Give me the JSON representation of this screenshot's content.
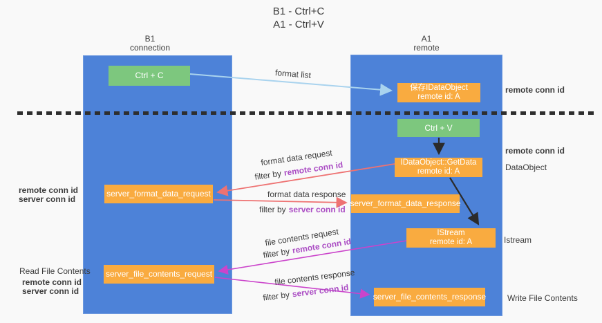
{
  "title": {
    "line1": "B1 - Ctrl+C",
    "line2": "A1 - Ctrl+V"
  },
  "lanes": {
    "b1": {
      "name": "B1",
      "subtitle": "connection"
    },
    "a1": {
      "name": "A1",
      "subtitle": "remote"
    }
  },
  "nodes": {
    "ctrl_c": {
      "label": "Ctrl + C"
    },
    "ctrl_v": {
      "label": "Ctrl + V"
    },
    "save_dataobject": {
      "line1": "保存IDataObject",
      "line2": "remote id: A"
    },
    "getdata": {
      "line1": "IDataObject::GetData",
      "line2": "remote id: A"
    },
    "istream": {
      "line1": "IStream",
      "line2": "remote id: A"
    },
    "server_format_data_request": {
      "label": "server_format_data_request"
    },
    "server_format_data_response": {
      "label": "server_format_data_response"
    },
    "server_file_contents_request": {
      "label": "server_file_contents_request"
    },
    "server_file_contents_response": {
      "label": "server_file_contents_response"
    }
  },
  "flow_labels": {
    "format_list": "format list",
    "format_data_request": "format data request",
    "format_data_response": "format data response",
    "file_contents_request": "file contents request",
    "file_contents_response": "file contents response",
    "filter_by": "filter by",
    "remote_conn_id": "remote conn id",
    "server_conn_id": "server conn id"
  },
  "annotations": {
    "remote_conn_id_top": "remote conn id",
    "remote_conn_id_mid": "remote conn id",
    "dataobject": "DataObject",
    "istream": "Istream",
    "write_file_contents": "Write File Contents",
    "read_file_contents": "Read File Contents",
    "left_remote_conn_id_1": "remote conn id",
    "left_server_conn_id_1": "server conn id",
    "left_remote_conn_id_2": "remote conn id",
    "left_server_conn_id_2": "server conn id"
  },
  "colors": {
    "lane_blue": "#4d82d8",
    "node_orange": "#f9ab40",
    "node_green": "#7dc77e",
    "arrow_light_blue": "#a9d3ee",
    "arrow_red": "#ee7272",
    "arrow_magenta": "#cb44cb",
    "arrow_black": "#2b2b2b",
    "text_purple": "#ab4dc4",
    "text_green": "#57b657"
  }
}
